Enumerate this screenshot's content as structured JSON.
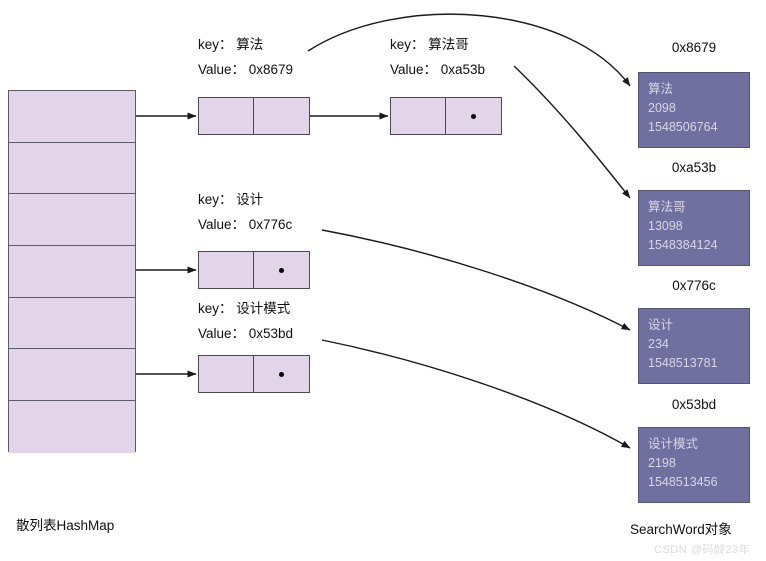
{
  "diagram": {
    "title": "HashMap to SearchWord object reference diagram",
    "colors": {
      "table_fill": "#e2d5ea",
      "table_stroke": "#5a5a6a",
      "object_fill": "#7070a0",
      "object_text": "#d9d6e8",
      "edge_stroke": "#1a1a1a",
      "text": "#111111"
    }
  },
  "hash_table": {
    "label": "散列表HashMap",
    "slot_count": 7,
    "slots": [
      {
        "index": 0,
        "has_arrow": true
      },
      {
        "index": 1,
        "has_arrow": false
      },
      {
        "index": 2,
        "has_arrow": false
      },
      {
        "index": 3,
        "has_arrow": true
      },
      {
        "index": 4,
        "has_arrow": false
      },
      {
        "index": 5,
        "has_arrow": true
      },
      {
        "index": 6,
        "has_arrow": false
      }
    ]
  },
  "entries": [
    {
      "id": "entry-suanfa",
      "key_line": "key： 算法",
      "value_line": "Value： 0x8679",
      "key": "算法",
      "value": "0x8679",
      "has_next_pointer": false
    },
    {
      "id": "entry-suanfage",
      "key_line": "key： 算法哥",
      "value_line": "Value： 0xa53b",
      "key": "算法哥",
      "value": "0xa53b",
      "has_next_pointer": true
    },
    {
      "id": "entry-sheji",
      "key_line": "key： 设计",
      "value_line": "Value： 0x776c",
      "key": "设计",
      "value": "0x776c",
      "has_next_pointer": true
    },
    {
      "id": "entry-shejimoshi",
      "key_line": "key： 设计模式",
      "value_line": "Value： 0x53bd",
      "key": "设计模式",
      "value": "0x53bd",
      "has_next_pointer": true
    }
  ],
  "objects": {
    "label": "SearchWord对象",
    "items": [
      {
        "id": "obj-8679",
        "address": "0x8679",
        "lines": [
          "算法",
          "2098",
          "1548506764"
        ]
      },
      {
        "id": "obj-a53b",
        "address": "0xa53b",
        "lines": [
          "算法哥",
          "13098",
          "1548384124"
        ]
      },
      {
        "id": "obj-776c",
        "address": "0x776c",
        "lines": [
          "设计",
          "234",
          "1548513781"
        ]
      },
      {
        "id": "obj-53bd",
        "address": "0x53bd",
        "lines": [
          "设计模式",
          "2198",
          "1548513456"
        ]
      }
    ]
  },
  "watermark": {
    "text": "CSDN @码龄23年"
  }
}
